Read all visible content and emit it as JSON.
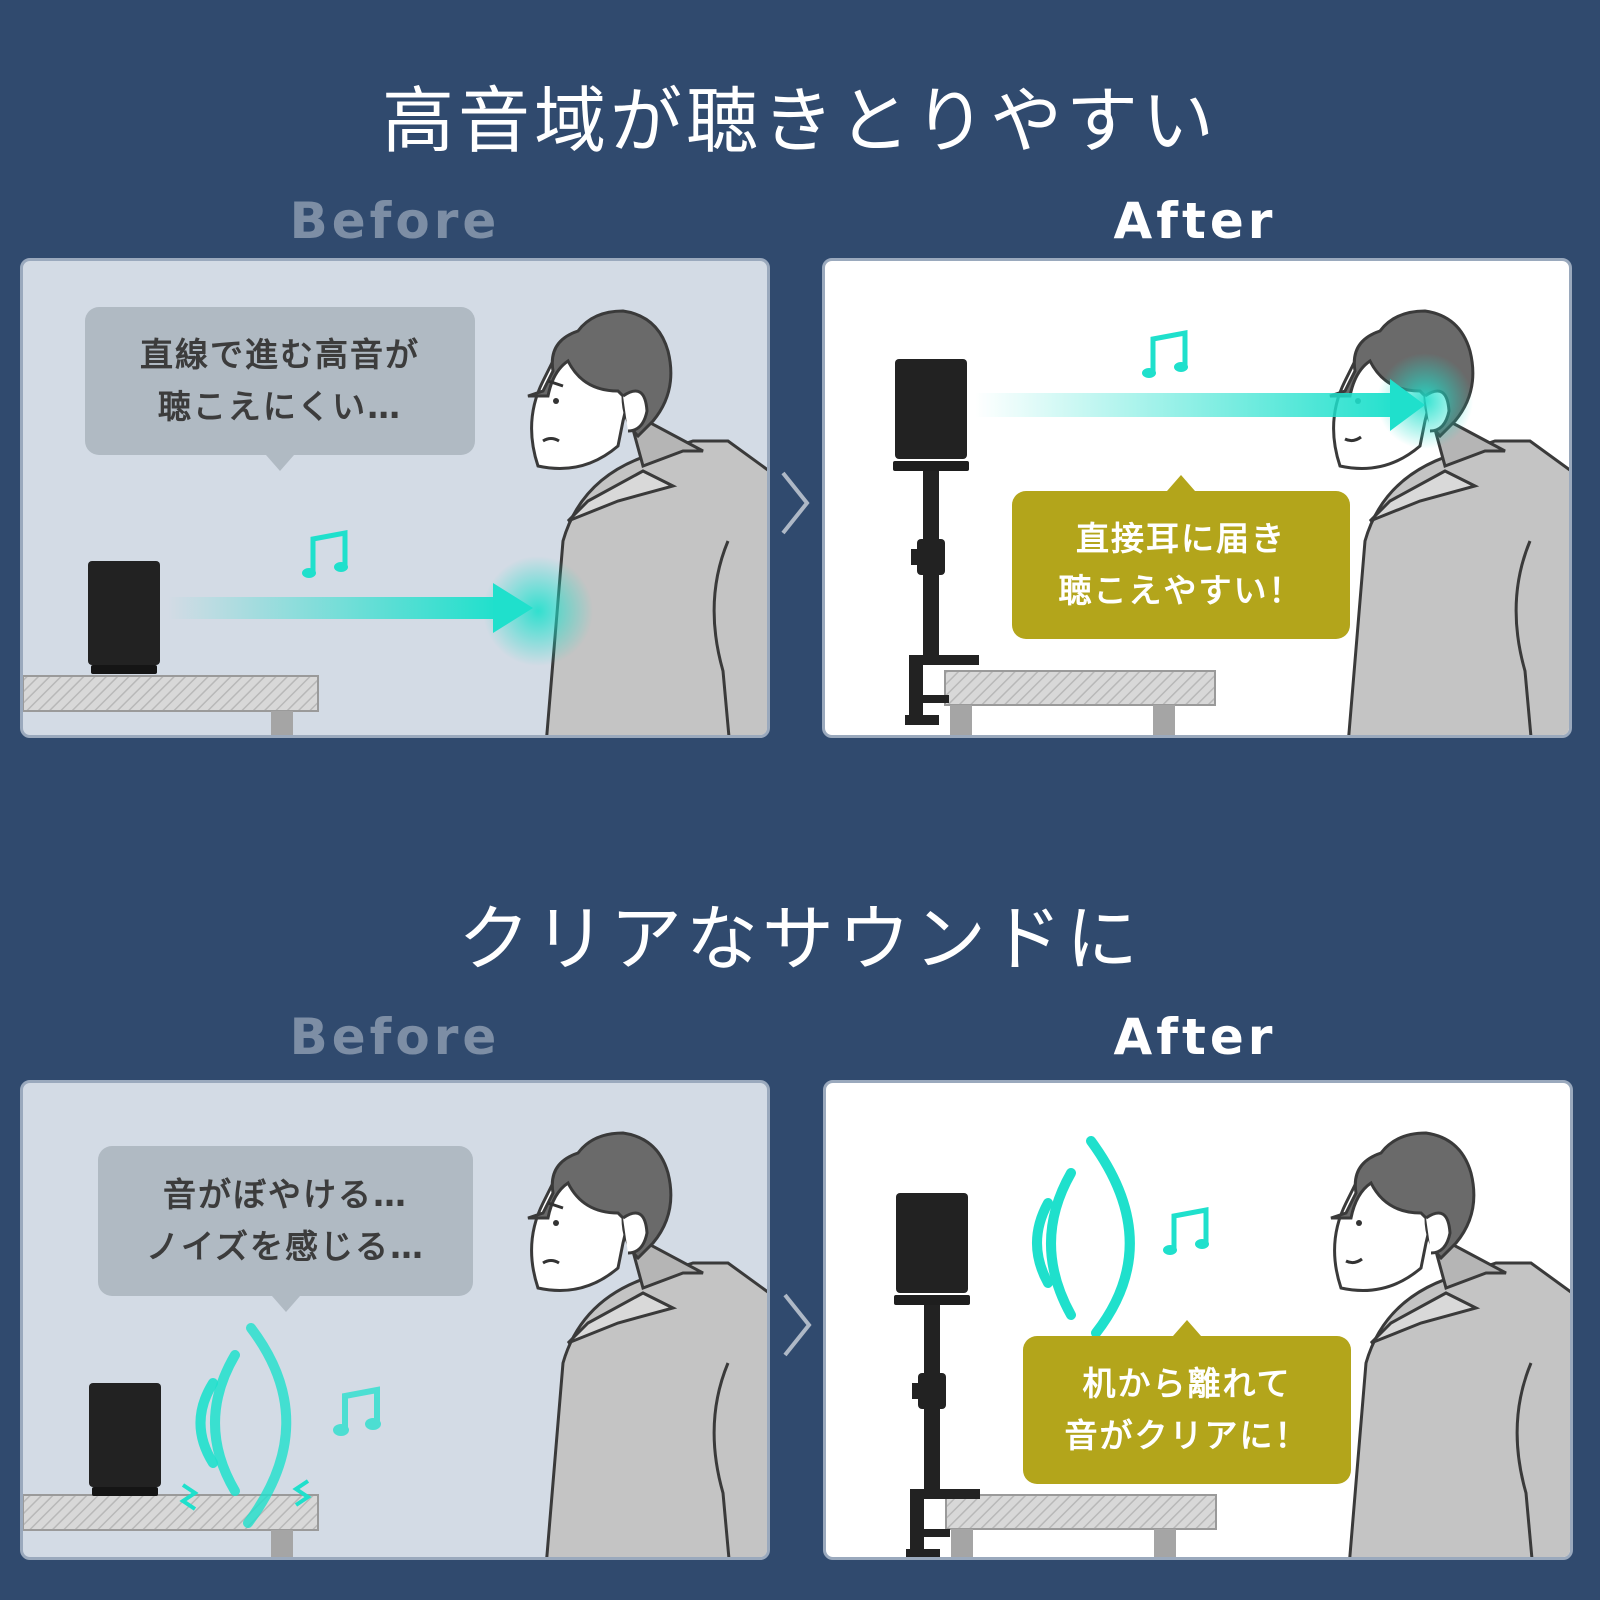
{
  "sections": [
    {
      "title": "高音域が聴きとりやすい",
      "before_label": "Before",
      "after_label": "After",
      "before_bubble": [
        "直線で進む高音が",
        "聴こえにくい…"
      ],
      "after_bubble": [
        "直接耳に届き",
        "聴こえやすい！"
      ]
    },
    {
      "title": "クリアなサウンドに",
      "before_label": "Before",
      "after_label": "After",
      "before_bubble": [
        "音がぼやける…",
        "ノイズを感じる…"
      ],
      "after_bubble": [
        "机から離れて",
        "音がクリアに！"
      ]
    }
  ],
  "colors": {
    "background": "#304a6e",
    "before_panel": "#d3dbe5",
    "after_panel": "#ffffff",
    "accent_cyan": "#1fe0cc",
    "olive_bubble": "#b3a51b",
    "gray_bubble": "#b0bac3",
    "before_label": "#7d8ea5"
  },
  "icons": {
    "note": "music-note-icon",
    "next": "chevron-right-icon"
  }
}
